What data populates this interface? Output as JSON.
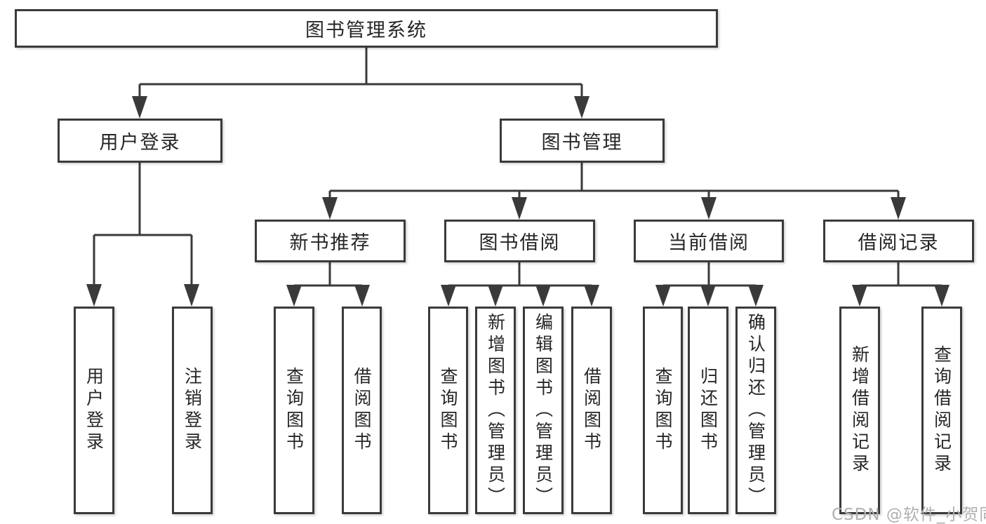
{
  "tree": {
    "label": "图书管理系统",
    "children": [
      {
        "label": "用户登录",
        "children": [
          {
            "label": "用户登录"
          },
          {
            "label": "注销登录"
          }
        ]
      },
      {
        "label": "图书管理",
        "children": [
          {
            "label": "新书推荐",
            "children": [
              {
                "label": "查询图书"
              },
              {
                "label": "借阅图书"
              }
            ]
          },
          {
            "label": "图书借阅",
            "children": [
              {
                "label": "查询图书"
              },
              {
                "label": "新增图书（管理员）"
              },
              {
                "label": "编辑图书（管理员）"
              },
              {
                "label": "借阅图书"
              }
            ]
          },
          {
            "label": "当前借阅",
            "children": [
              {
                "label": "查询图书"
              },
              {
                "label": "归还图书"
              },
              {
                "label": "确认归还（管理员）"
              }
            ]
          },
          {
            "label": "借阅记录",
            "children": [
              {
                "label": "新增借阅记录"
              },
              {
                "label": "查询借阅记录"
              }
            ]
          }
        ]
      }
    ]
  },
  "watermark": {
    "text": "CSDN @软件_小贺同学"
  },
  "colors": {
    "line": "#3a3a3a",
    "text": "#262626",
    "box_background": "#ffffff",
    "watermark": "#b0b0b0"
  }
}
